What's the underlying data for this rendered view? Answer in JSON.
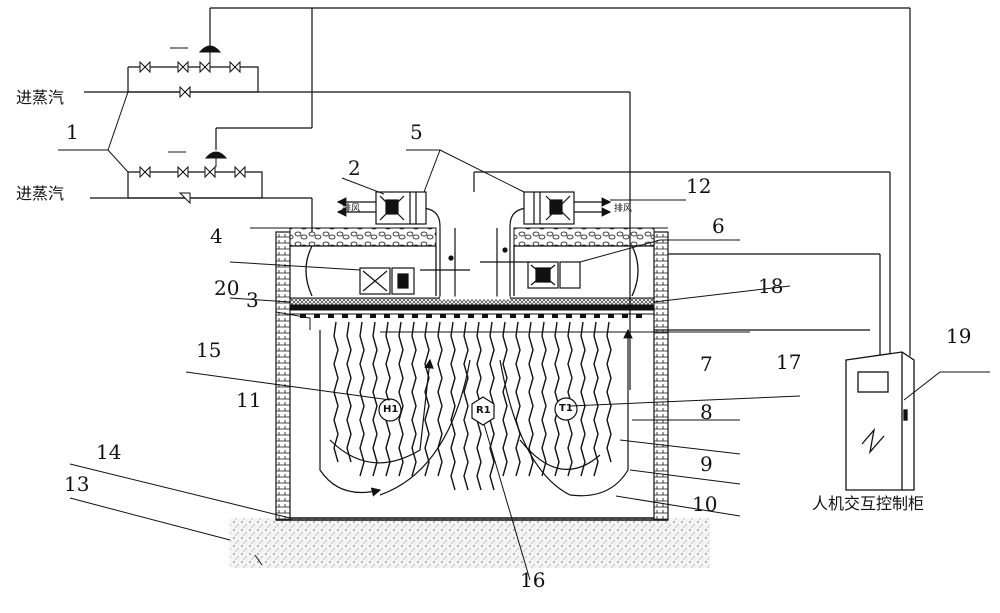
{
  "steam_inlet_top": "进蒸汽",
  "steam_inlet_bottom": "进蒸汽",
  "exhaust_left": "排风",
  "exhaust_right": "排风",
  "cabinet_caption": "人机交互控制柜",
  "sensors": {
    "h": "H1",
    "r": "R1",
    "t": "T1"
  },
  "labels": {
    "n1": "1",
    "n2": "2",
    "n3": "3",
    "n4": "4",
    "n5": "5",
    "n6": "6",
    "n7": "7",
    "n8": "8",
    "n9": "9",
    "n10": "10",
    "n11": "11",
    "n12": "12",
    "n13": "13",
    "n14": "14",
    "n15": "15",
    "n16": "16",
    "n17": "17",
    "n18": "18",
    "n19": "19",
    "n20": "20"
  }
}
